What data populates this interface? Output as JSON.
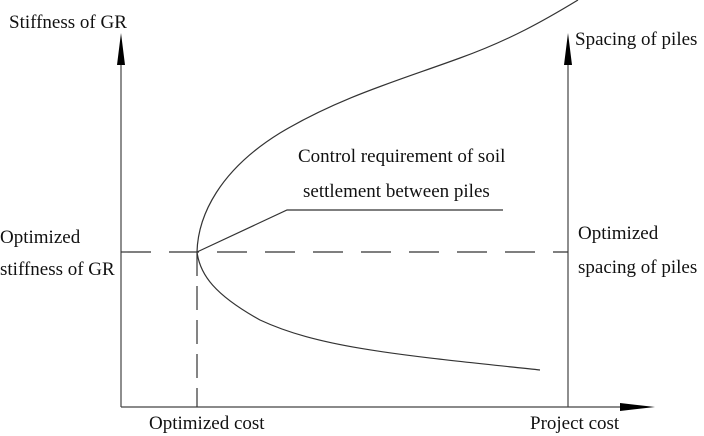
{
  "diagram": {
    "title": "",
    "axes": {
      "left_y_label": "Stiffness of GR",
      "right_y_label": "Spacing of piles",
      "x_label": "Project cost"
    },
    "annotations": {
      "optimized_stiffness_line1": "Optimized",
      "optimized_stiffness_line2": "stiffness of GR",
      "optimized_spacing_line1": "Optimized",
      "optimized_spacing_line2": "spacing of piles",
      "optimized_cost": "Optimized cost",
      "control_line1": "Control requirement of soil",
      "control_line2": "settlement between piles"
    },
    "colors": {
      "line": "#333333",
      "text": "#111111",
      "background": "#ffffff"
    }
  }
}
